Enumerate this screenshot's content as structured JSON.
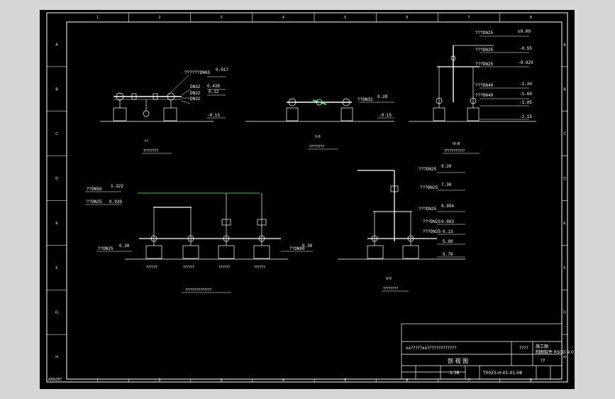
{
  "sheet": {
    "size_label": "420x297",
    "zones_cols": [
      "1",
      "2",
      "3",
      "4",
      "5",
      "6",
      "7",
      "8"
    ],
    "zones_rows": [
      "A",
      "B",
      "C",
      "D",
      "E",
      "F",
      "G",
      "H"
    ]
  },
  "views": {
    "v1": {
      "section_mark": "I-I",
      "title": "????????",
      "labels": [
        "??????DN65",
        "DN32",
        "DN32",
        "DN32"
      ],
      "elev": [
        "0.017",
        "0.438",
        "0.12",
        "-0.15"
      ]
    },
    "v2": {
      "section_mark": "II-II",
      "title": "????????",
      "labels": [
        "??DN32"
      ],
      "elev": [
        "0.28",
        "-0.15"
      ]
    },
    "v3": {
      "section_mark": "III-III",
      "title": "???????????",
      "labels": [
        "???DN25",
        "???DN25",
        "???DN25",
        "???DN40",
        "???DN40"
      ],
      "elev": [
        "±0.00",
        "-0.55",
        "-0.929",
        "-1.34",
        "-1.66",
        "-1.85",
        "-2.15"
      ]
    },
    "v4": {
      "title": "??????????????",
      "labels": [
        "??DN50",
        "??DN25",
        "??DN25",
        "??DN80"
      ],
      "elev": [
        "1.322",
        "0.939",
        "0.30",
        "0.30"
      ],
      "pumps": [
        "??????",
        "??????",
        "??????",
        "??????"
      ]
    },
    "v5": {
      "section_mark": "V-V",
      "title": "????????",
      "labels": [
        "???DN25",
        "???DN25",
        "???DN25",
        "???DN25",
        "???DN25"
      ],
      "elev": [
        "9.20",
        "7.30",
        "6.954",
        "6.883",
        "6.13",
        "5.98",
        "5.70"
      ]
    }
  },
  "title_block": {
    "project": "xx?????xx?????????????",
    "drawing_title": "剖 视 图",
    "scale": "1:38",
    "drawing_no": "T0025-H-01-01-08",
    "company": "????",
    "software": "制图软件 R50D 9.0",
    "phase": "施工图",
    "discipline": "??"
  }
}
